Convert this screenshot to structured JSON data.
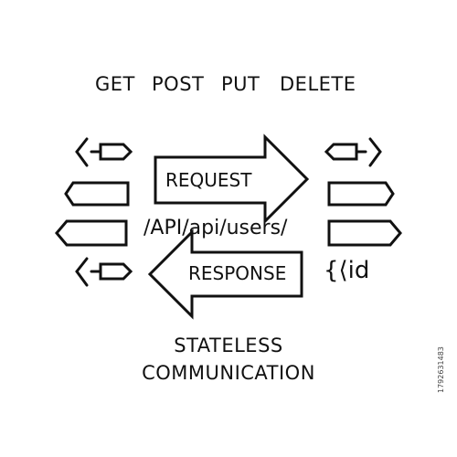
{
  "methods": {
    "get": "GET",
    "post": "POST",
    "put": "PUT",
    "delete": "DELETE"
  },
  "arrows": {
    "request": "REQUEST",
    "response": "RESPONSE"
  },
  "path": "/API/api/users/",
  "id_label": "{⟨id",
  "footer": {
    "line1": "STATELESS",
    "line2": "COMMUNICATION"
  },
  "watermark_id": "1792631483",
  "colors": {
    "ink": "#111111",
    "background": "#ffffff"
  },
  "icons": [
    "code-tag-left-icon",
    "code-tag-right-icon",
    "curly-brace-icon"
  ]
}
